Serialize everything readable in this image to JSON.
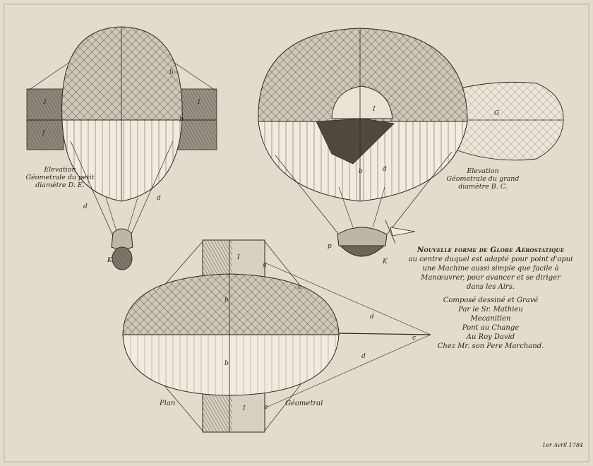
{
  "palette": {
    "paper": "#e3dccd",
    "ink": "#2b2620",
    "shade": "#8c8377"
  },
  "captions": {
    "left_elevation": [
      "Elevation",
      "Géometrale du petit",
      "diamètre D. E."
    ],
    "right_elevation": [
      "Elevation",
      "Géometrale du grand",
      "diamètre B. C."
    ],
    "plan_left": "Plan",
    "plan_right": "Géometral"
  },
  "title_block": {
    "line1": "Nouvelle forme de Globe Aérostatique",
    "line2": "au centre duquel est adapté pour point d'apui",
    "line3": "une Machine aussi simple que facile à",
    "line4": "Manœuvrer, pour avancer et se diriger",
    "line5": "dans les Airs.",
    "line6": "Composé dessiné et Gravé",
    "line7": "Par le Sr. Mathieu",
    "line8": "Mecanitien",
    "line9": "Pont au Change",
    "line10": "Au Roy David",
    "line11": "Chez Mr. son Pere Marchand."
  },
  "date": "1er Avril 1784",
  "letters": {
    "b": "b",
    "d": "d",
    "e": "e",
    "g": "g",
    "i": "I",
    "k": "K",
    "c": "c",
    "p": "p",
    "f": "f",
    "G": "G"
  }
}
